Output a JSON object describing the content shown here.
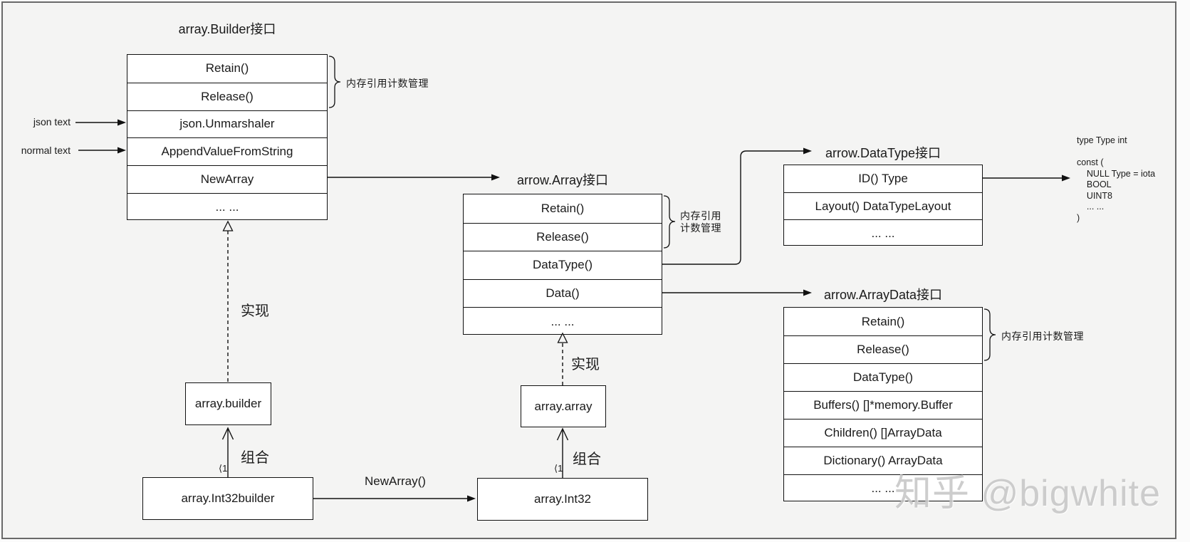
{
  "builder": {
    "title": "array.Builder接口",
    "rows": [
      "Retain()",
      "Release()",
      "json.Unmarshaler",
      "AppendValueFromString",
      "NewArray",
      "... ..."
    ],
    "brace_label": "内存引用计数管理"
  },
  "array_iface": {
    "title": "arrow.Array接口",
    "rows": [
      "Retain()",
      "Release()",
      "DataType()",
      "Data()",
      "... ..."
    ],
    "brace_label": "内存引用\n计数管理"
  },
  "datatype_iface": {
    "title": "arrow.DataType接口",
    "rows": [
      "ID() Type",
      "Layout() DataTypeLayout",
      "... ..."
    ]
  },
  "arraydata_iface": {
    "title": "arrow.ArrayData接口",
    "rows": [
      "Retain()",
      "Release()",
      "DataType()",
      "Buffers() []*memory.Buffer",
      "Children() []ArrayData",
      "Dictionary() ArrayData",
      "... ..."
    ],
    "brace_label": "内存引用计数管理"
  },
  "classes": {
    "builder": "array.builder",
    "int32builder": "array.Int32builder",
    "array": "array.array",
    "int32": "array.Int32"
  },
  "labels": {
    "json_text": "json text",
    "normal_text": "normal text",
    "new_array": "NewArray()",
    "realize_left": "实现",
    "realize_right": "实现",
    "compose_left": "组合",
    "compose_right": "组合",
    "mult_left": "⟨1",
    "mult_right": "⟨1"
  },
  "code_note": "type Type int\n\nconst (\n    NULL Type = iota\n    BOOL\n    UINT8\n    ... ...\n)",
  "watermark": "知乎 @bigwhite",
  "colors": {
    "background": "#f4f4f3",
    "frame_border": "#696969",
    "box_fill": "#ffffff",
    "line": "#111111",
    "watermark": "#c7c7c7"
  }
}
